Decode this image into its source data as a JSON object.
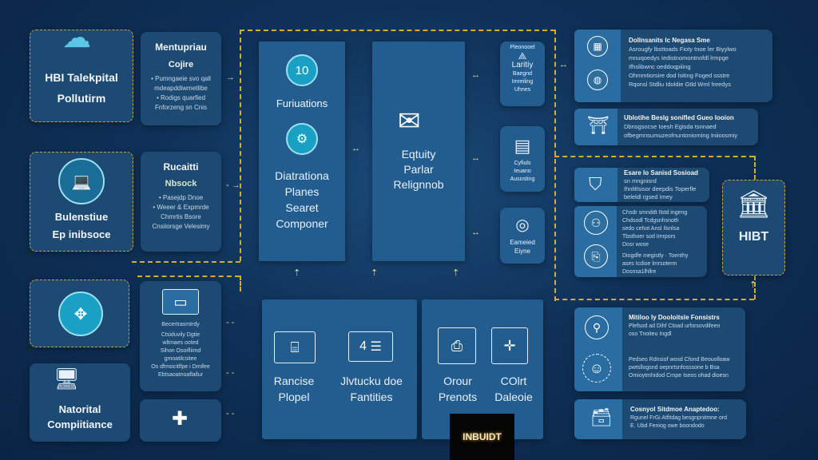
{
  "colors": {
    "background": "#0f3158",
    "box": "#1d4a73",
    "accent_dashed": "#c9a23a",
    "teal": "#1aa0c4"
  },
  "left": {
    "box1": {
      "title_line1": "HBI Talekpital",
      "title_line2": "Pollutirm",
      "icon": "cloud-icon"
    },
    "box2": {
      "title_line1": "Mentupriau",
      "title_line2": "Cojire",
      "bullets": [
        "• Pumngaeie svo qall mdeapddiwmetlibe",
        "• Rodigs quarfied",
        "Fnforzeng sn Cnis"
      ]
    },
    "box3": {
      "title_line1": "Bulenstiue",
      "title_line2": "Ep inibsoce",
      "icon": "laptop-icon"
    },
    "box4": {
      "title_line1": "Rucaitti",
      "title_line2": "Nbsock",
      "bullets": [
        "• Pasejdp Dnoe",
        "• Weeer & Expmrde",
        "Chmrtis Bsore",
        "Cnsiiorsge Velesimy"
      ]
    },
    "box5": {
      "icon": "compass-icon"
    },
    "box6": {
      "title_line1": "Natorital",
      "title_line2": "Compiitiance",
      "icon": "computer-icon"
    },
    "box7": {
      "lines": [
        "Becertrasmtrdy",
        "Ctsiduvily Dgtie",
        "wltmaes ooted",
        "Sihon Osoifliimd",
        "gmoatilcsitee",
        "Os dfmsicitlfpe i Dmifee",
        "Ebtsaoatnoaflallur"
      ],
      "icon": "monitor-icon"
    },
    "box8": {
      "icon": "medical-cross-icon"
    }
  },
  "center": {
    "panel1": {
      "title": "Furiuations",
      "subtitle_lines": [
        "Diatrationa",
        "Planes",
        "Searet",
        "Componer"
      ],
      "icon_label": "10"
    },
    "panel2": {
      "lines": [
        "Eqtuity",
        "Parlar",
        "Relignnob"
      ],
      "icon": "envelope-icon"
    },
    "bottom": [
      {
        "line1": "Rancise",
        "line2": "Plopel",
        "icon": "workstation-icon"
      },
      {
        "line1": "Jlvtucku doe",
        "line2": "Fantities",
        "icon": "window-icon",
        "icon_label": "4"
      },
      {
        "line1": "Orour",
        "line2": "Prenots",
        "icon": "printer-icon"
      },
      {
        "line1": "COlrt",
        "line2": "Daleoie",
        "icon": "crosshair-icon"
      }
    ],
    "logo": {
      "text": "INBUIDT"
    }
  },
  "mid_right": [
    {
      "lines": [
        "Pleonooel",
        "Laritiy",
        "Baegnd",
        "Imreiling",
        "Uhnes"
      ]
    },
    {
      "lines": [
        "Cyfiuls",
        "Ieuano",
        "Ausosting"
      ]
    },
    {
      "lines": [
        "Eameied",
        "Eiyne"
      ]
    }
  ],
  "right": {
    "card1": {
      "title": "Dollnsanits Ic Negasa Sme",
      "lines": [
        "Asrougfy lbsttoads Fioty tnoe ler Biyylwo",
        "mnuqoedys Iedistnomontnofdl lrmpge",
        "Ifhslibwnc oeddoqpiiing",
        "Ohmmtiorsire dod lsiting Foged ssstre",
        "Rqonsl Stdliu Idoldie Gtld Wml freedys"
      ]
    },
    "card2": {
      "title": "Ublotihe Beslg sonifled Gueo Iooion",
      "lines": [
        "Dbnsgsocse Ioesh Egisda tsnnaed",
        "ofbegmnsumuzeofnuntonioming Iniioosmiy"
      ]
    },
    "card3": {
      "title": "Esare lo Sanisd Sosioad",
      "lines": [
        "sn mngnisrd",
        "Ihnlitlsisor deepdis Toperfle",
        "beleldl rgsed Imey"
      ]
    },
    "card4": {
      "lines": [
        "Chsdr smnddt Ilstd ingeng",
        "Chdsodl Tcdgsnhsnoth",
        "sedo cehot Ansl Ilsnlsa",
        "Tbsthoer sod Imrpors",
        "Dosr wose",
        "Diogdfe megistly · Toenthy",
        "ases Icdioe lmrsoterm",
        "Dosnsa1lhllre"
      ]
    },
    "hibt": {
      "label": "HIBT",
      "icon": "building-icon"
    },
    "card5": {
      "title": "Mitiloo Iy Dooloitsle Fonsistrs",
      "lines": [
        "Plefsod ad Dihf Ctoad urforsovdifeen",
        "oso Tnoiteu Ingdl",
        "Pedseo Rdnsiof wosd Cfond Beouolloaw",
        "pwtsllogsnd oepnrtsnfosssone b Bsa",
        "Omioytmhidod Crnpe Iseos ohad dioesn"
      ]
    },
    "card6": {
      "title": "Cosnyol Sitdmoe Anaptedoo:",
      "lines": [
        "Rgunel FrGi Atfitdag besgnpnitmne ord",
        "E. Ubd Feniog owe boondodo"
      ]
    }
  }
}
